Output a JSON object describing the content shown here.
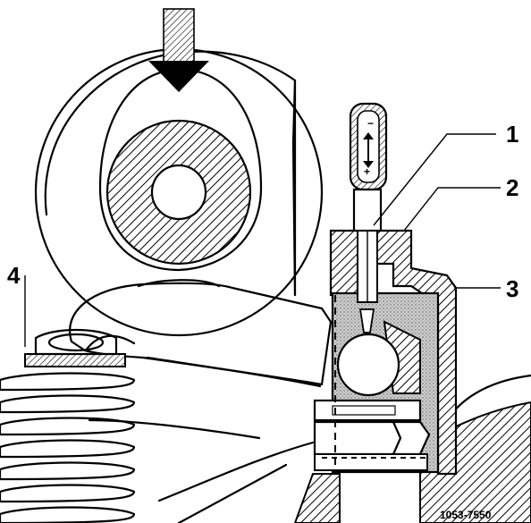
{
  "callouts": [
    {
      "id": "1",
      "label": "1"
    },
    {
      "id": "2",
      "label": "2"
    },
    {
      "id": "3",
      "label": "3"
    },
    {
      "id": "4",
      "label": "4"
    }
  ],
  "figure_code": "1053-7550",
  "gauge_marks": {
    "minus": "−",
    "plus": "+"
  },
  "icons": [
    "force-arrow-icon",
    "adjust-arrow-icon"
  ]
}
